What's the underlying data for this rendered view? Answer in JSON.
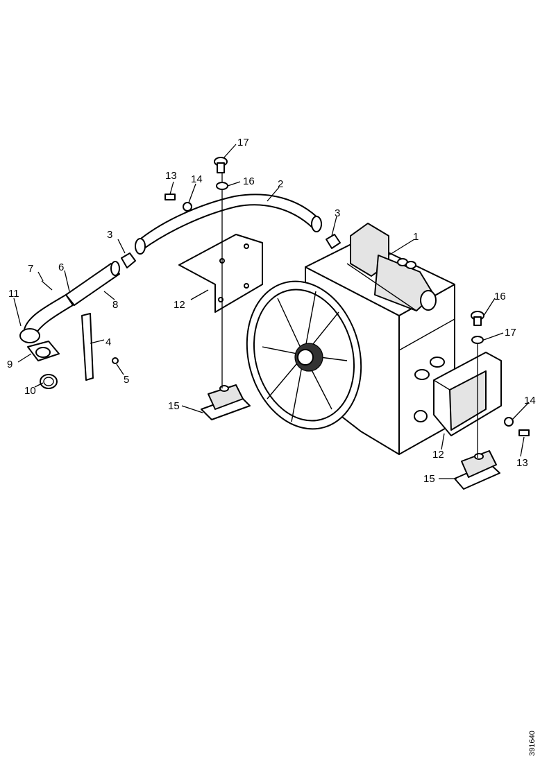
{
  "callouts": [
    {
      "id": "c1",
      "text": "1"
    },
    {
      "id": "c2",
      "text": "2"
    },
    {
      "id": "c3a",
      "text": "3"
    },
    {
      "id": "c3b",
      "text": "3"
    },
    {
      "id": "c4",
      "text": "4"
    },
    {
      "id": "c5",
      "text": "5"
    },
    {
      "id": "c6",
      "text": "6"
    },
    {
      "id": "c7",
      "text": "7"
    },
    {
      "id": "c8",
      "text": "8"
    },
    {
      "id": "c9",
      "text": "9"
    },
    {
      "id": "c10",
      "text": "10"
    },
    {
      "id": "c11",
      "text": "11"
    },
    {
      "id": "c12a",
      "text": "12"
    },
    {
      "id": "c12b",
      "text": "12"
    },
    {
      "id": "c13a",
      "text": "13"
    },
    {
      "id": "c13b",
      "text": "13"
    },
    {
      "id": "c14a",
      "text": "14"
    },
    {
      "id": "c14b",
      "text": "14"
    },
    {
      "id": "c15a",
      "text": "15"
    },
    {
      "id": "c15b",
      "text": "15"
    },
    {
      "id": "c16a",
      "text": "16"
    },
    {
      "id": "c16b",
      "text": "16"
    },
    {
      "id": "c17a",
      "text": "17"
    },
    {
      "id": "c17b",
      "text": "17"
    }
  ],
  "drawing_code": "391640"
}
